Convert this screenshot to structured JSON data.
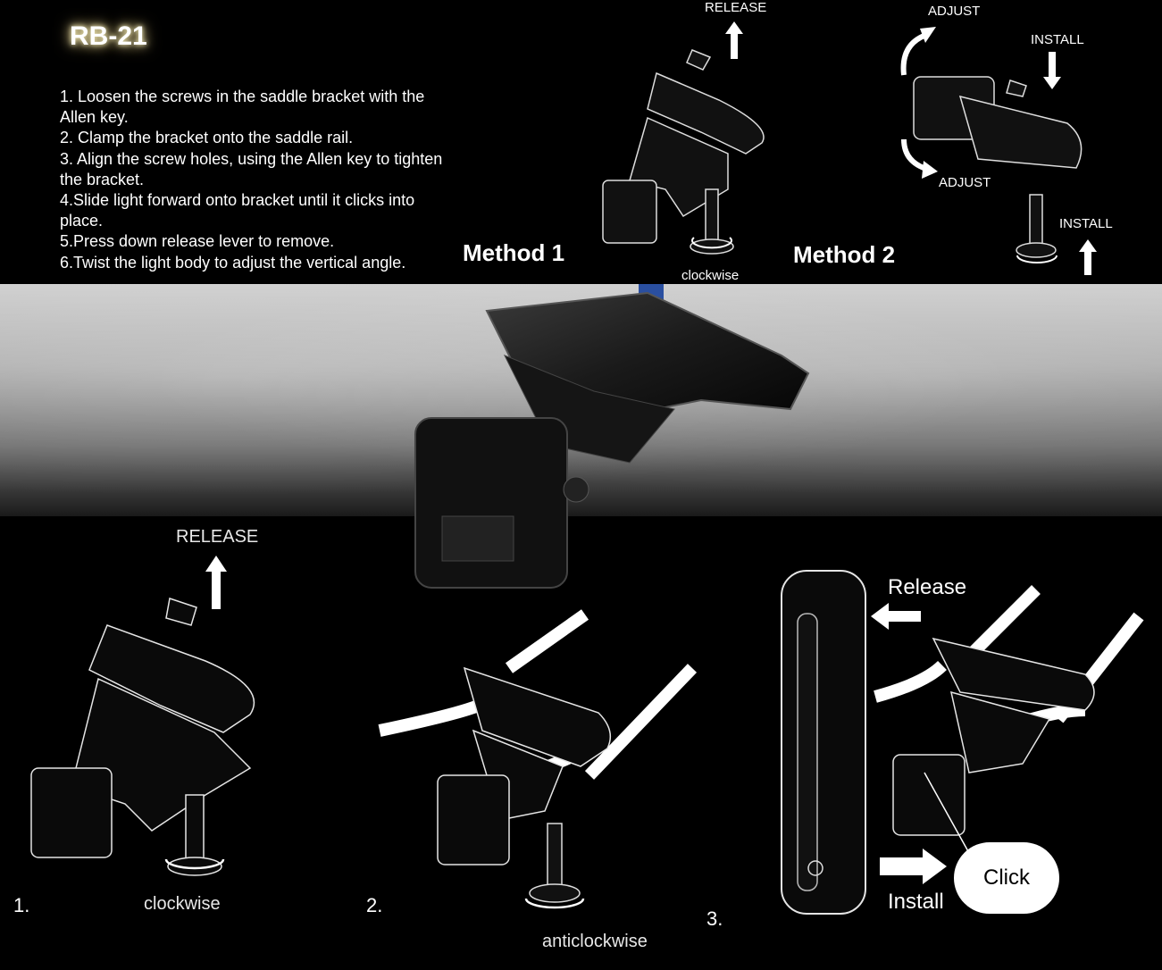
{
  "title": "RB-21",
  "instructions": [
    "1. Loosen the screws in the saddle bracket with the Allen key.",
    "2. Clamp the bracket onto the saddle rail.",
    "3. Align the screw holes, using the Allen key to tighten the bracket.",
    "4.Slide light forward onto bracket until it clicks into place.",
    "5.Press down release lever to remove.",
    "6.Twist the light body to adjust the vertical angle."
  ],
  "methods": {
    "method1": "Method 1",
    "method2": "Method 2"
  },
  "top_labels": {
    "release": "RELEASE",
    "clockwise": "clockwise",
    "adjust_top": "ADJUST",
    "adjust_bottom": "ADJUST",
    "install_top": "INSTALL",
    "install_bottom": "INSTALL"
  },
  "bottom_labels": {
    "release": "RELEASE",
    "clockwise": "clockwise",
    "anticlockwise": "anticlockwise",
    "release_light": "Release",
    "install_light": "Install",
    "click": "Click"
  },
  "step_numbers": [
    "1.",
    "2.",
    "3."
  ],
  "colors": {
    "background": "#000000",
    "text": "#ffffff",
    "title_glow": "#d8c890",
    "band_light": "#cfcfcf",
    "band_dark": "#1a1a1a",
    "bracket": "#1c1c1c"
  },
  "icons": [
    "arrow-up-icon",
    "arrow-down-icon",
    "arrow-left-icon",
    "arrow-right-icon",
    "rotate-arrow-icon",
    "bracket-diagram",
    "tail-light-diagram",
    "screw-diagram",
    "nut-diagram"
  ]
}
